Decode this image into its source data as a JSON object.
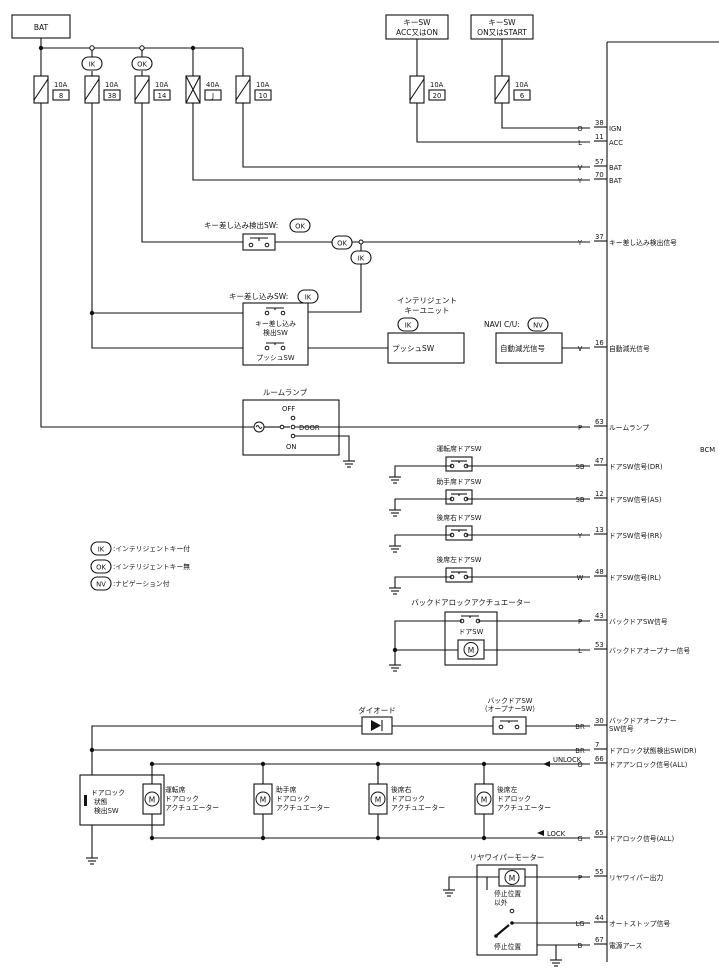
{
  "supply": {
    "bat": "BAT",
    "key_acc_on": [
      "キーSW",
      "ACC又はON"
    ],
    "key_on_start": [
      "キーSW",
      "ON又はSTART"
    ]
  },
  "fuses": [
    {
      "amp": "10A",
      "num": "8"
    },
    {
      "amp": "10A",
      "num": "38"
    },
    {
      "amp": "10A",
      "num": "14"
    },
    {
      "amp": "40A",
      "num": "J"
    },
    {
      "amp": "10A",
      "num": "10"
    },
    {
      "amp": "10A",
      "num": "20"
    },
    {
      "amp": "10A",
      "num": "6"
    }
  ],
  "spec_tags": {
    "ik": "IK",
    "ok": "OK",
    "nv": "NV"
  },
  "legend": [
    {
      "tag": "IK",
      "text": ":インテリジェントキー付"
    },
    {
      "tag": "OK",
      "text": ":インテリジェントキー無"
    },
    {
      "tag": "NV",
      "text": ":ナビゲーション付"
    }
  ],
  "components": {
    "key_insert_sw_ok": "キー差し込み検出SW:",
    "key_sw_ik": "キー差し込みSW:",
    "key_insert_detect_sw": [
      "キー差し込み",
      "検出SW"
    ],
    "push_sw": "プッシュSW",
    "ikey_unit": [
      "インテリジェント",
      "キーユニット"
    ],
    "navi_cu": "NAVI C/U:",
    "auto_dim": "自動減光信号",
    "room_lamp": "ルームランプ",
    "lamp_off": "OFF",
    "lamp_door": "DOOR",
    "lamp_on": "ON",
    "door_sw_dr": "運転席ドアSW",
    "door_sw_as": "助手席ドアSW",
    "door_sw_rr": "後席右ドアSW",
    "door_sw_rl": "後席左ドアSW",
    "backdoor_actuator": "バックドアロックアクチュエーター",
    "door_sw": "ドアSW",
    "diode": "ダイオード",
    "backdoor_opener_sw": [
      "バックドアSW",
      "（オープナーSW）"
    ],
    "door_lock_state_sw": [
      "ドアロック",
      "状態",
      "検出SW"
    ],
    "actuators": [
      [
        "運転席",
        "ドアロック",
        "アクチュエーター"
      ],
      [
        "助手席",
        "ドアロック",
        "アクチュエーター"
      ],
      [
        "後席右",
        "ドアロック",
        "アクチュエーター"
      ],
      [
        "後席左",
        "ドアロック",
        "アクチュエーター"
      ]
    ],
    "unlock": "UNLOCK",
    "lock": "LOCK",
    "rear_wiper_motor": "リヤワイパーモーター",
    "stop_pos_other": [
      "停止位置",
      "以外"
    ],
    "stop_pos": "停止位置",
    "motor": "M",
    "bcm": "BCM"
  },
  "bcm_pins": [
    {
      "color": "O",
      "pin": "38",
      "signal": "IGN"
    },
    {
      "color": "L",
      "pin": "11",
      "signal": "ACC"
    },
    {
      "color": "V",
      "pin": "57",
      "signal": "BAT"
    },
    {
      "color": "Y",
      "pin": "70",
      "signal": "BAT"
    },
    {
      "color": "Y",
      "pin": "37",
      "signal": "キー差し込み検出信号"
    },
    {
      "color": "V",
      "pin": "16",
      "signal": "自動減光信号"
    },
    {
      "color": "P",
      "pin": "63",
      "signal": "ルームランプ"
    },
    {
      "color": "SB",
      "pin": "47",
      "signal": "ドアSW信号(DR)"
    },
    {
      "color": "SB",
      "pin": "12",
      "signal": "ドアSW信号(AS)"
    },
    {
      "color": "Y",
      "pin": "13",
      "signal": "ドアSW信号(RR)"
    },
    {
      "color": "W",
      "pin": "48",
      "signal": "ドアSW信号(RL)"
    },
    {
      "color": "P",
      "pin": "43",
      "signal": "バックドアSW信号"
    },
    {
      "color": "L",
      "pin": "53",
      "signal": "バックドアオープナー信号"
    },
    {
      "color": "BR",
      "pin": "30",
      "signal": "バックドアオープナー",
      "signal2": "SW信号"
    },
    {
      "color": "BR",
      "pin": "7",
      "signal": "ドアロック状態検出SW(DR)"
    },
    {
      "color": "O",
      "pin": "66",
      "signal": "ドアアンロック信号(ALL)"
    },
    {
      "color": "G",
      "pin": "65",
      "signal": "ドアロック信号(ALL)"
    },
    {
      "color": "P",
      "pin": "55",
      "signal": "リヤワイパー出力"
    },
    {
      "color": "LG",
      "pin": "44",
      "signal": "オートストップ信号"
    },
    {
      "color": "B",
      "pin": "67",
      "signal": "電源アース"
    }
  ]
}
